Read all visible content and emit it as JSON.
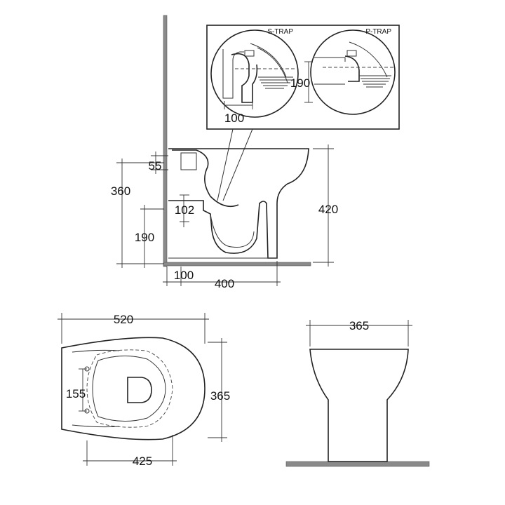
{
  "inset": {
    "s_trap_label": "S-TRAP",
    "p_trap_label": "P-TRAP",
    "s_trap_dim": "100",
    "p_trap_dim": "190"
  },
  "side_view": {
    "dim_55": "55",
    "dim_360": "360",
    "dim_102": "102",
    "dim_190": "190",
    "dim_420": "420",
    "dim_100": "100",
    "dim_400": "400"
  },
  "top_view": {
    "dim_520": "520",
    "dim_155": "155",
    "dim_365": "365",
    "dim_425": "425"
  },
  "front_view": {
    "dim_365": "365"
  }
}
